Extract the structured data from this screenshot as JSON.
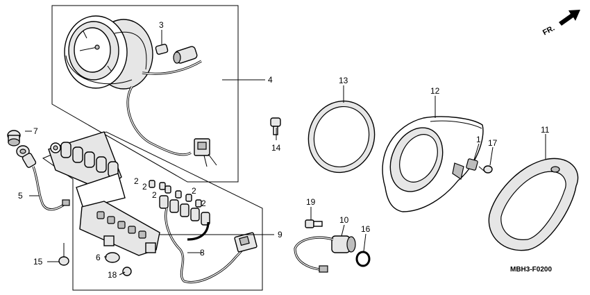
{
  "diagram": {
    "direction_label": "FR.",
    "drawing_code": "MBH3-F0200",
    "callouts": [
      "1",
      "2",
      "2",
      "2",
      "2",
      "2",
      "3",
      "4",
      "5",
      "6",
      "7",
      "8",
      "9",
      "10",
      "11",
      "12",
      "13",
      "14",
      "15",
      "16",
      "17",
      "18",
      "19"
    ]
  }
}
